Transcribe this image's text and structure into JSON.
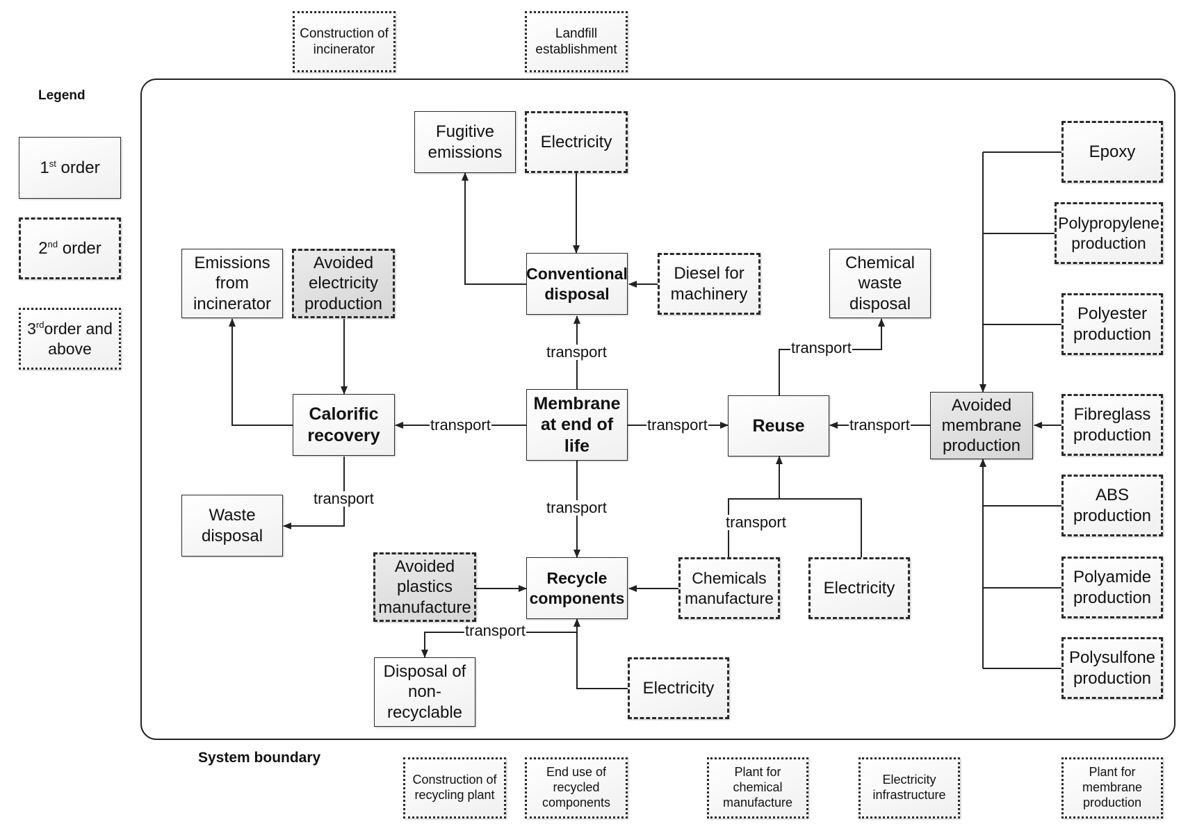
{
  "headings": {
    "legend": "Legend",
    "system_boundary": "System boundary"
  },
  "legend": [
    {
      "num": "1",
      "sup": "st",
      "text": " order",
      "style": "solid"
    },
    {
      "num": "2",
      "sup": "nd",
      "text": " order",
      "style": "dashed"
    },
    {
      "num": "3",
      "sup": "rd",
      "text": "order and",
      "line2": "above",
      "style": "dotted"
    }
  ],
  "nodes": {
    "construction_incinerator": "Construction of\nincinerator",
    "landfill_establishment": "Landfill\nestablishment",
    "fugitive_emissions": "Fugitive\nemissions",
    "electricity_top": "Electricity",
    "conventional_disposal": "Conventional\ndisposal",
    "diesel_machinery": "Diesel for\nmachinery",
    "emissions_incinerator": "Emissions\nfrom\nincinerator",
    "avoided_electricity": "Avoided\nelectricity\nproduction",
    "calorific_recovery": "Calorific\nrecovery",
    "membrane_eol": "Membrane\nat end of\nlife",
    "reuse": "Reuse",
    "chemical_waste": "Chemical\nwaste\ndisposal",
    "avoided_membrane": "Avoided\nmembrane\nproduction",
    "waste_disposal": "Waste\ndisposal",
    "avoided_plastics": "Avoided\nplastics\nmanufacture",
    "recycle_components": "Recycle\ncomponents",
    "chemicals_manufacture": "Chemicals\nmanufacture",
    "electricity_reuse": "Electricity",
    "disposal_nonrecyclable": "Disposal of\nnon-\nrecyclable",
    "electricity_recycle": "Electricity",
    "epoxy": "Epoxy",
    "polypropylene": "Polypropylene\nproduction",
    "polyester": "Polyester\nproduction",
    "fibreglass": "Fibreglass\nproduction",
    "abs": "ABS\nproduction",
    "polyamide": "Polyamide\nproduction",
    "polysulfone": "Polysulfone\nproduction",
    "construction_recycling": "Construction of\nrecycling plant",
    "end_use_recycled": "End use of\nrecycled\ncomponents",
    "plant_chemical": "Plant for\nchemical\nmanufacture",
    "electricity_infrastructure": "Electricity\ninfrastructure",
    "plant_membrane": "Plant for\nmembrane\nproduction"
  },
  "edge_labels": {
    "transport_conventional": "transport",
    "transport_calorific": "transport",
    "transport_reuse": "transport",
    "transport_avoided_membrane": "transport",
    "transport_recycle": "transport",
    "transport_chemical_waste": "transport",
    "transport_waste_disposal": "transport",
    "transport_chemicals": "transport",
    "transport_nonrecyclable": "transport"
  },
  "colors": {
    "line": "#222222",
    "shaded_box": "#dcdcdc"
  }
}
